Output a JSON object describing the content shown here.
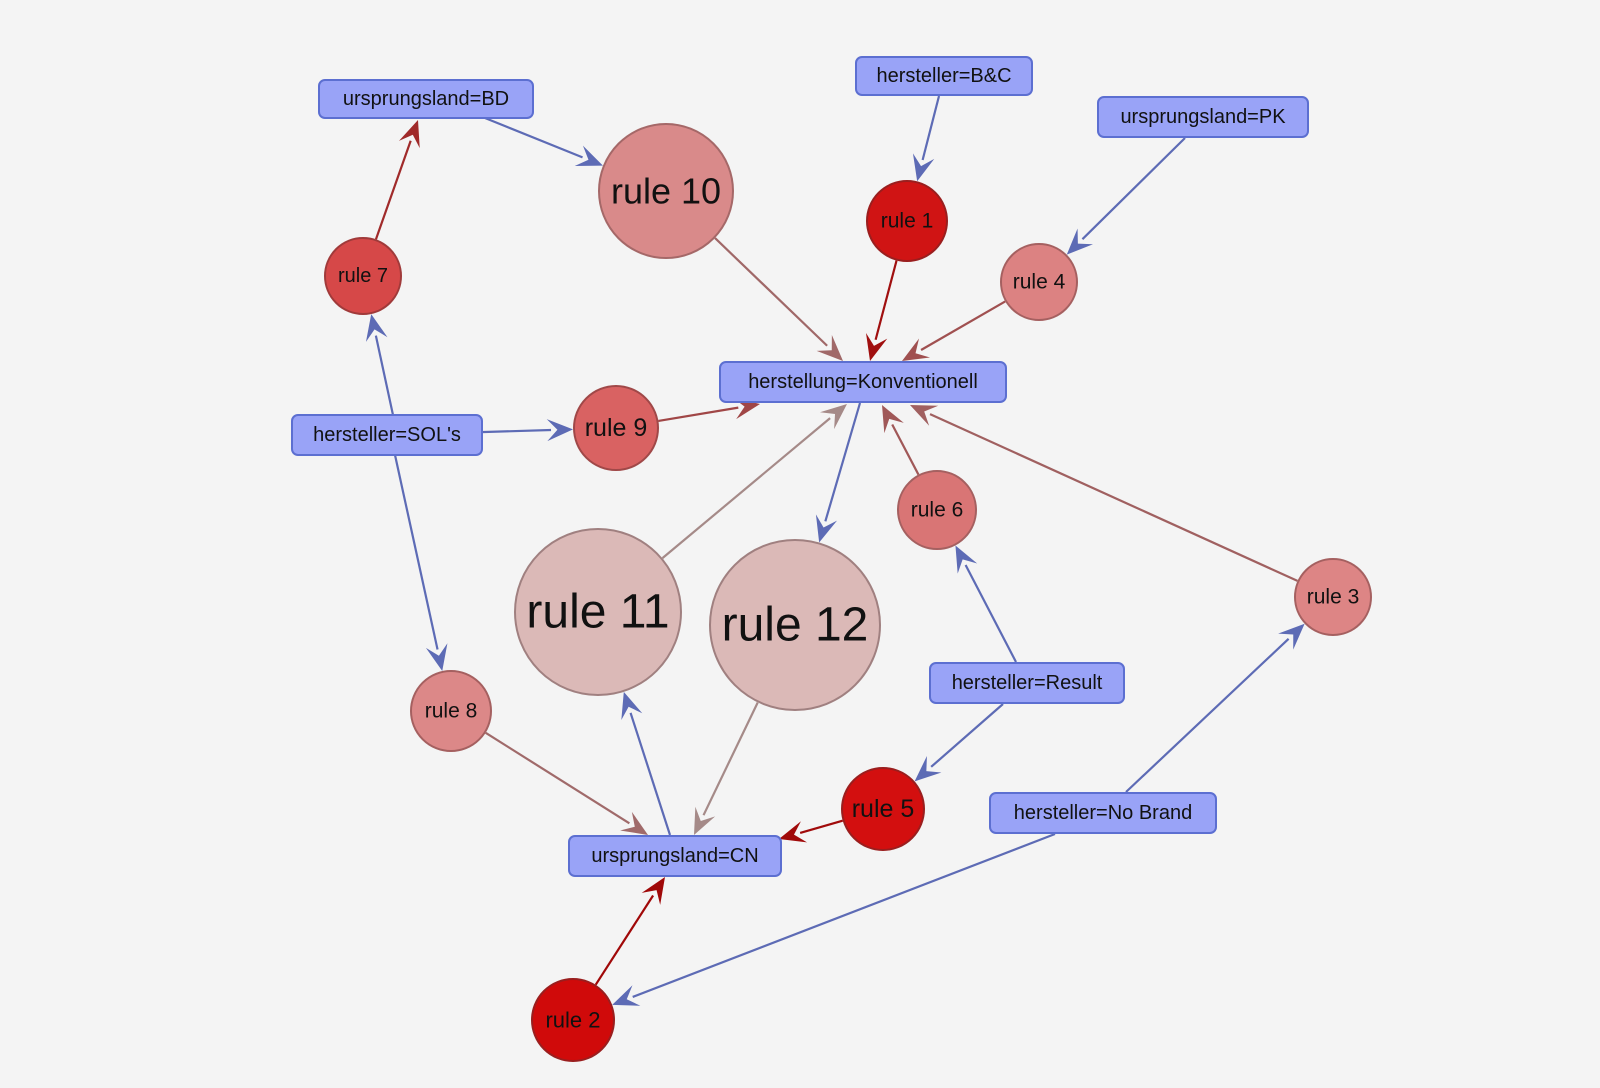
{
  "diagram": {
    "items": [
      {
        "id": "bd",
        "label": "ursprungsland=BD"
      },
      {
        "id": "bc",
        "label": "hersteller=B&C"
      },
      {
        "id": "pk",
        "label": "ursprungsland=PK"
      },
      {
        "id": "konv",
        "label": "herstellung=Konventionell"
      },
      {
        "id": "sols",
        "label": "hersteller=SOL's"
      },
      {
        "id": "result",
        "label": "hersteller=Result"
      },
      {
        "id": "nobrand",
        "label": "hersteller=No Brand"
      },
      {
        "id": "cn",
        "label": "ursprungsland=CN"
      }
    ],
    "rules": [
      {
        "id": "r1",
        "label": "rule 1",
        "color": "#d01414"
      },
      {
        "id": "r2",
        "label": "rule 2",
        "color": "#d00a0a"
      },
      {
        "id": "r3",
        "label": "rule 3",
        "color": "#dd8585"
      },
      {
        "id": "r4",
        "label": "rule 4",
        "color": "#dc8282"
      },
      {
        "id": "r5",
        "label": "rule 5",
        "color": "#d30f0f"
      },
      {
        "id": "r6",
        "label": "rule 6",
        "color": "#d97575"
      },
      {
        "id": "r7",
        "label": "rule 7",
        "color": "#d64848"
      },
      {
        "id": "r8",
        "label": "rule 8",
        "color": "#dc8888"
      },
      {
        "id": "r9",
        "label": "rule 9",
        "color": "#d96262"
      },
      {
        "id": "r10",
        "label": "rule 10",
        "color": "#d98a8a"
      },
      {
        "id": "r11",
        "label": "rule 11",
        "color": "#dbb9b7"
      },
      {
        "id": "r12",
        "label": "rule 12",
        "color": "#dbb9b7"
      }
    ],
    "edges": [
      {
        "from": "bd",
        "to": "r10",
        "kind": "lhs"
      },
      {
        "from": "r10",
        "to": "konv",
        "kind": "rhs",
        "color": "#a06868"
      },
      {
        "from": "bc",
        "to": "r1",
        "kind": "lhs"
      },
      {
        "from": "r1",
        "to": "konv",
        "kind": "rhs",
        "color": "#a00f0f"
      },
      {
        "from": "pk",
        "to": "r4",
        "kind": "lhs"
      },
      {
        "from": "r4",
        "to": "konv",
        "kind": "rhs",
        "color": "#a05050"
      },
      {
        "from": "r7",
        "to": "bd",
        "kind": "rhs",
        "color": "#a02a2a"
      },
      {
        "from": "sols",
        "to": "r7",
        "kind": "lhs"
      },
      {
        "from": "sols",
        "to": "r9",
        "kind": "lhs"
      },
      {
        "from": "r9",
        "to": "konv",
        "kind": "rhs",
        "color": "#a04646"
      },
      {
        "from": "sols",
        "to": "r8",
        "kind": "lhs"
      },
      {
        "from": "r8",
        "to": "cn",
        "kind": "rhs",
        "color": "#a06a6a"
      },
      {
        "from": "r11",
        "to": "konv",
        "kind": "rhs",
        "color": "#a58a88"
      },
      {
        "from": "cn",
        "to": "r11",
        "kind": "lhs"
      },
      {
        "from": "konv",
        "to": "r12",
        "kind": "lhs"
      },
      {
        "from": "r12",
        "to": "cn",
        "kind": "rhs",
        "color": "#a58a88"
      },
      {
        "from": "r6",
        "to": "konv",
        "kind": "rhs",
        "color": "#a05858"
      },
      {
        "from": "result",
        "to": "r6",
        "kind": "lhs"
      },
      {
        "from": "result",
        "to": "r5",
        "kind": "lhs"
      },
      {
        "from": "r5",
        "to": "cn",
        "kind": "rhs",
        "color": "#a00a0a"
      },
      {
        "from": "r3",
        "to": "konv",
        "kind": "rhs",
        "color": "#a06060"
      },
      {
        "from": "nobrand",
        "to": "r3",
        "kind": "lhs"
      },
      {
        "from": "nobrand",
        "to": "r2",
        "kind": "lhs"
      },
      {
        "from": "r2",
        "to": "cn",
        "kind": "rhs",
        "color": "#a00808"
      }
    ],
    "lhs_edge_color": "#5d6bb5"
  }
}
